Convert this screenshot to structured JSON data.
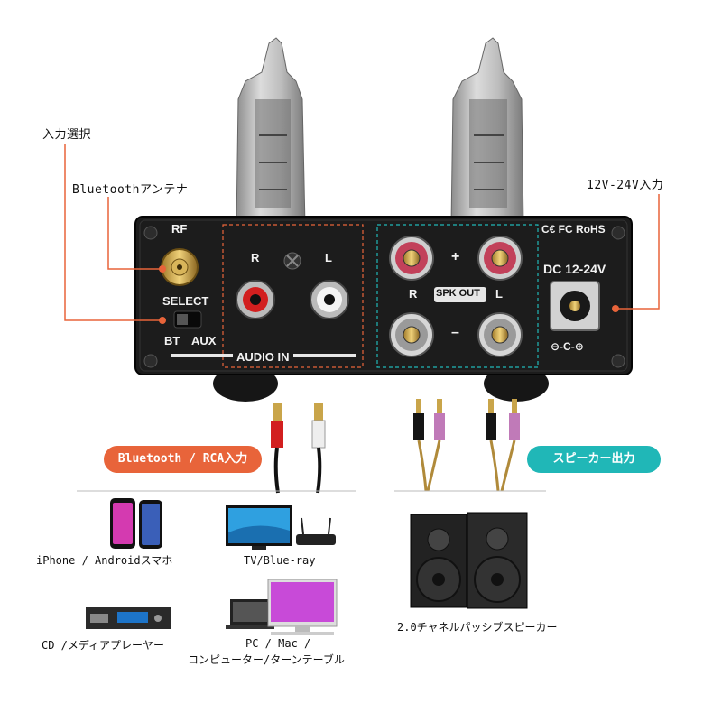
{
  "callouts": {
    "input_select": "入力選択",
    "bluetooth_antenna": "Bluetoothアンテナ",
    "power_input": "12V-24V入力"
  },
  "panel": {
    "rf": "RF",
    "select": "SELECT",
    "bt": "BT",
    "aux": "AUX",
    "audio_in": "AUDIO IN",
    "r_in": "R",
    "l_in": "L",
    "plus": "+",
    "minus": "–",
    "spk_r": "R",
    "spk_l": "L",
    "spk_out": "SPK OUT",
    "certs": "C€ FC RoHS",
    "dc": "DC 12-24V",
    "dc_symbol": "⊖-C-⊕"
  },
  "sections": {
    "input_label": "Bluetooth / RCA入力",
    "input_color": "#e8643a",
    "output_label": "スピーカー出力",
    "output_color": "#20b7b7"
  },
  "devices": {
    "phone": "iPhone / Androidスマホ",
    "tv": "TV/Blue-ray",
    "cd": "CD /メディアプレーヤー",
    "pc_line1": "PC / Mac /",
    "pc_line2": "コンピューター/ターンテーブル",
    "speakers": "2.0チャネルパッシブスピーカー"
  }
}
